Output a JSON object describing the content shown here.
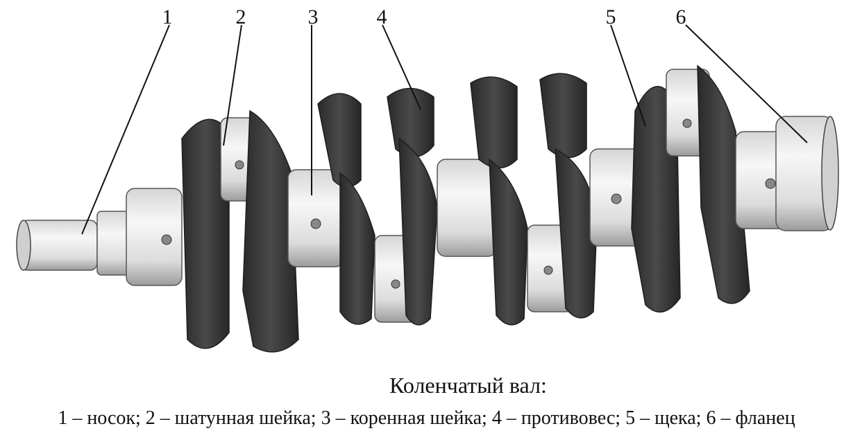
{
  "diagram": {
    "callouts": [
      "1",
      "2",
      "3",
      "4",
      "5",
      "6"
    ],
    "title": "Коленчатый вал:",
    "legend": "1 – носок; 2 – шатунная шейка; 3 – коренная шейка; 4 – противовес; 5 – щека; 6 – фланец"
  },
  "colors": {
    "web": "#3a3a3a",
    "web_edge": "#1e1e1e",
    "journal_light": "#f2f2f2",
    "journal_shade": "#b8b8b8",
    "line": "#111111"
  }
}
